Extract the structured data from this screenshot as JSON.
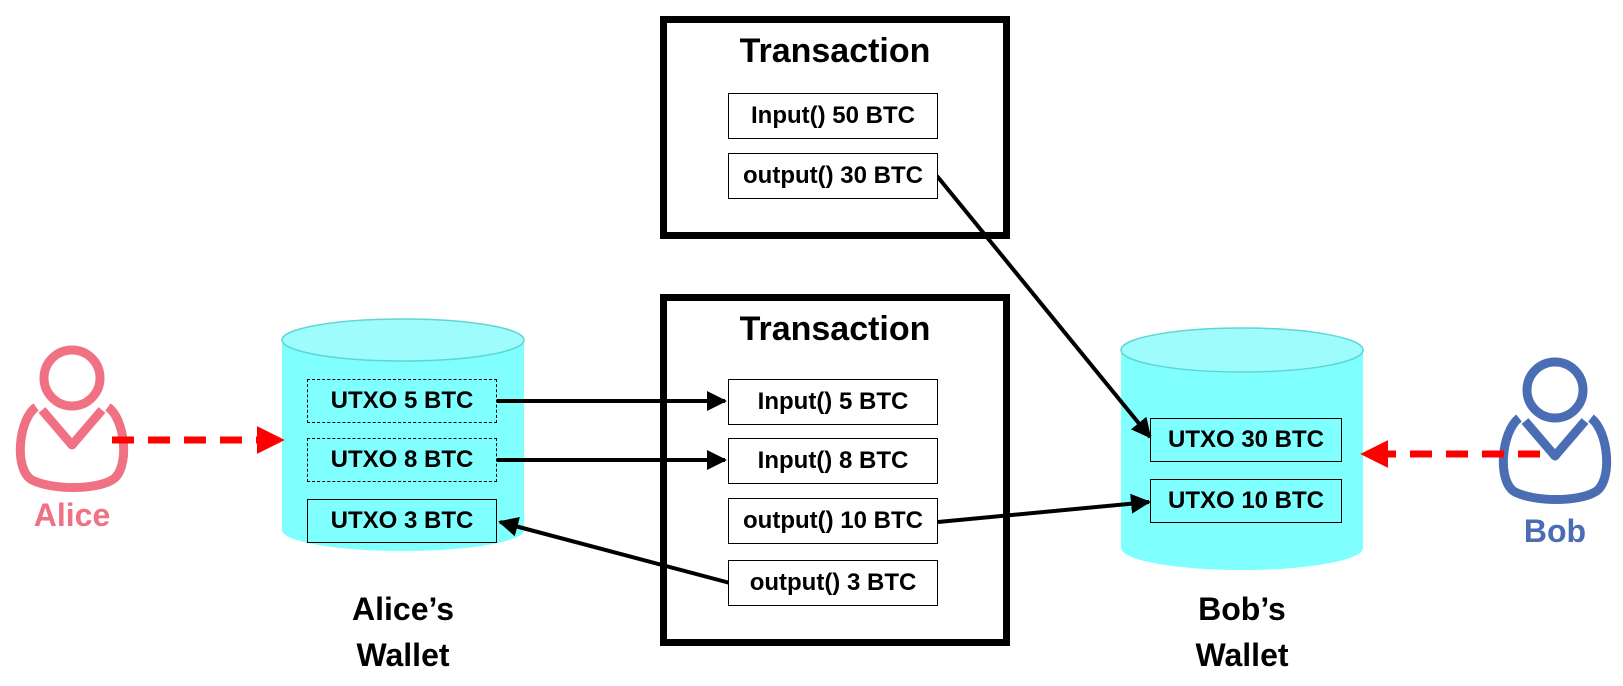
{
  "colors": {
    "alice": "#f07184",
    "bob": "#4a6db4",
    "wallet_fill": "#80ffff",
    "wallet_top": "#9efcfc",
    "dashed_arrow": "#ff0000",
    "stroke": "#000000"
  },
  "icons": {
    "person": "person-icon",
    "wallet": "database-cylinder-icon"
  },
  "transaction_top": {
    "title": "Transaction",
    "items": [
      "Input() 50 BTC",
      "output() 30 BTC"
    ]
  },
  "transaction_bottom": {
    "title": "Transaction",
    "items": [
      "Input() 5 BTC",
      "Input() 8 BTC",
      "output() 10 BTC",
      "output() 3 BTC"
    ]
  },
  "alice": {
    "name": "Alice",
    "wallet_label_line1": "Alice’s",
    "wallet_label_line2": "Wallet",
    "utxos": [
      "UTXO 5 BTC",
      "UTXO 8 BTC",
      "UTXO 3 BTC"
    ]
  },
  "bob": {
    "name": "Bob",
    "wallet_label_line1": "Bob’s",
    "wallet_label_line2": "Wallet",
    "utxos": [
      "UTXO 30 BTC",
      "UTXO 10 BTC"
    ]
  }
}
